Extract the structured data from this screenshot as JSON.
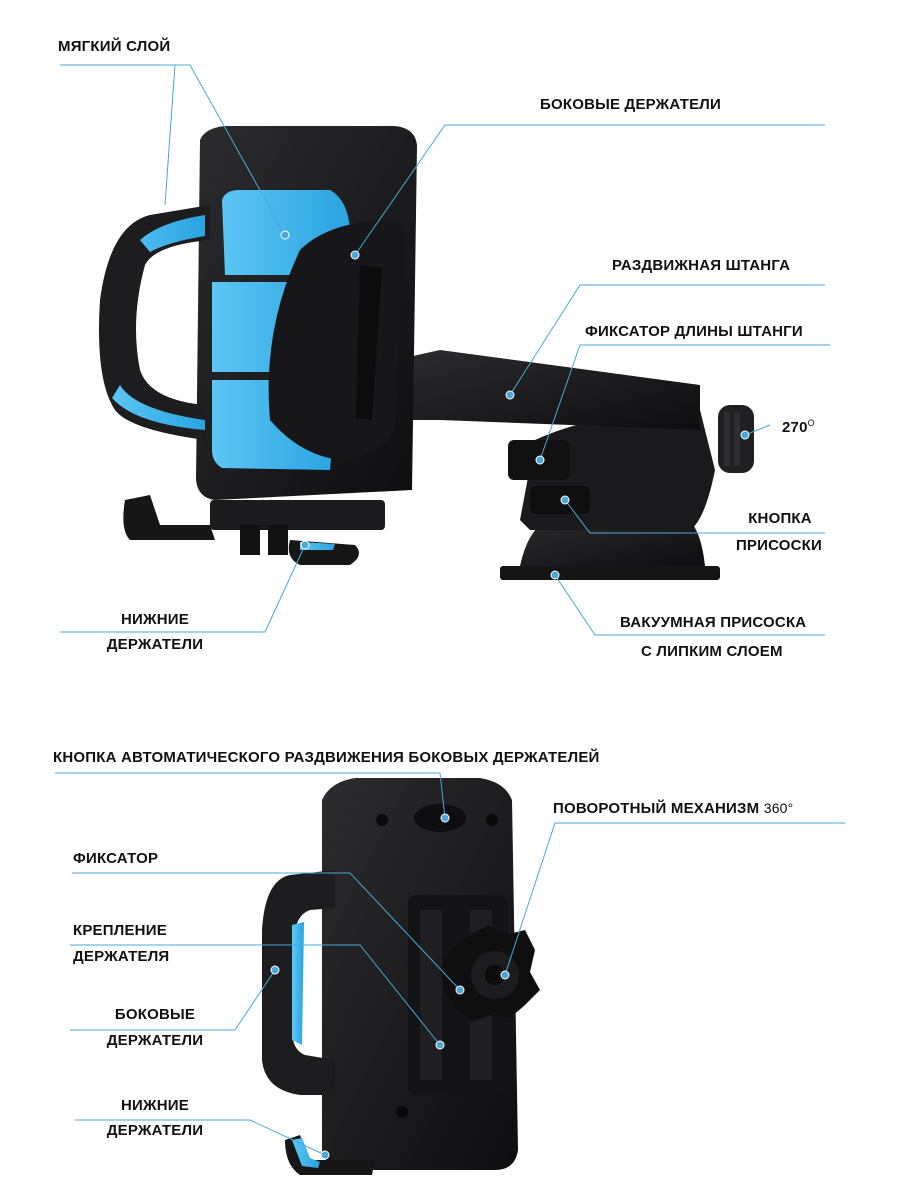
{
  "top": {
    "soft_layer": "МЯГКИЙ СЛОЙ",
    "side_holders": "БОКОВЫЕ ДЕРЖАТЕЛИ",
    "telescopic_rod": "РАЗДВИЖНАЯ ШТАНГА",
    "rod_lock": "ФИКСАТОР ДЛИНЫ ШТАНГИ",
    "rotation_value": "270",
    "rotation_unit": "O",
    "suction_button_line1": "КНОПКА",
    "suction_button_line2": "ПРИСОСКИ",
    "bottom_holders_line1": "НИЖНИЕ",
    "bottom_holders_line2": "ДЕРЖАТЕЛИ",
    "vacuum_line1": "ВАКУУМНАЯ ПРИСОСКА",
    "vacuum_line2": "С ЛИПКИМ СЛОЕМ"
  },
  "bottom": {
    "auto_button": "КНОПКА АВТОМАТИЧЕСКОГО  РАЗДВИЖЕНИЯ БОКОВЫХ ДЕРЖАТЕЛЕЙ",
    "swivel": "ПОВОРОТНЫЙ МЕХАНИЗМ",
    "swivel_value": "360°",
    "lock": "ФИКСАТОР",
    "mount_line1": "КРЕПЛЕНИЕ",
    "mount_line2": "ДЕРЖАТЕЛЯ",
    "side_line1": "БОКОВЫЕ",
    "side_line2": "ДЕРЖАТЕЛИ",
    "low_line1": "НИЖНИЕ",
    "low_line2": "ДЕРЖАТЕЛИ"
  },
  "colors": {
    "body": "#1c1c1e",
    "accent": "#3fb8ef",
    "leader": "#4aa8d8"
  }
}
